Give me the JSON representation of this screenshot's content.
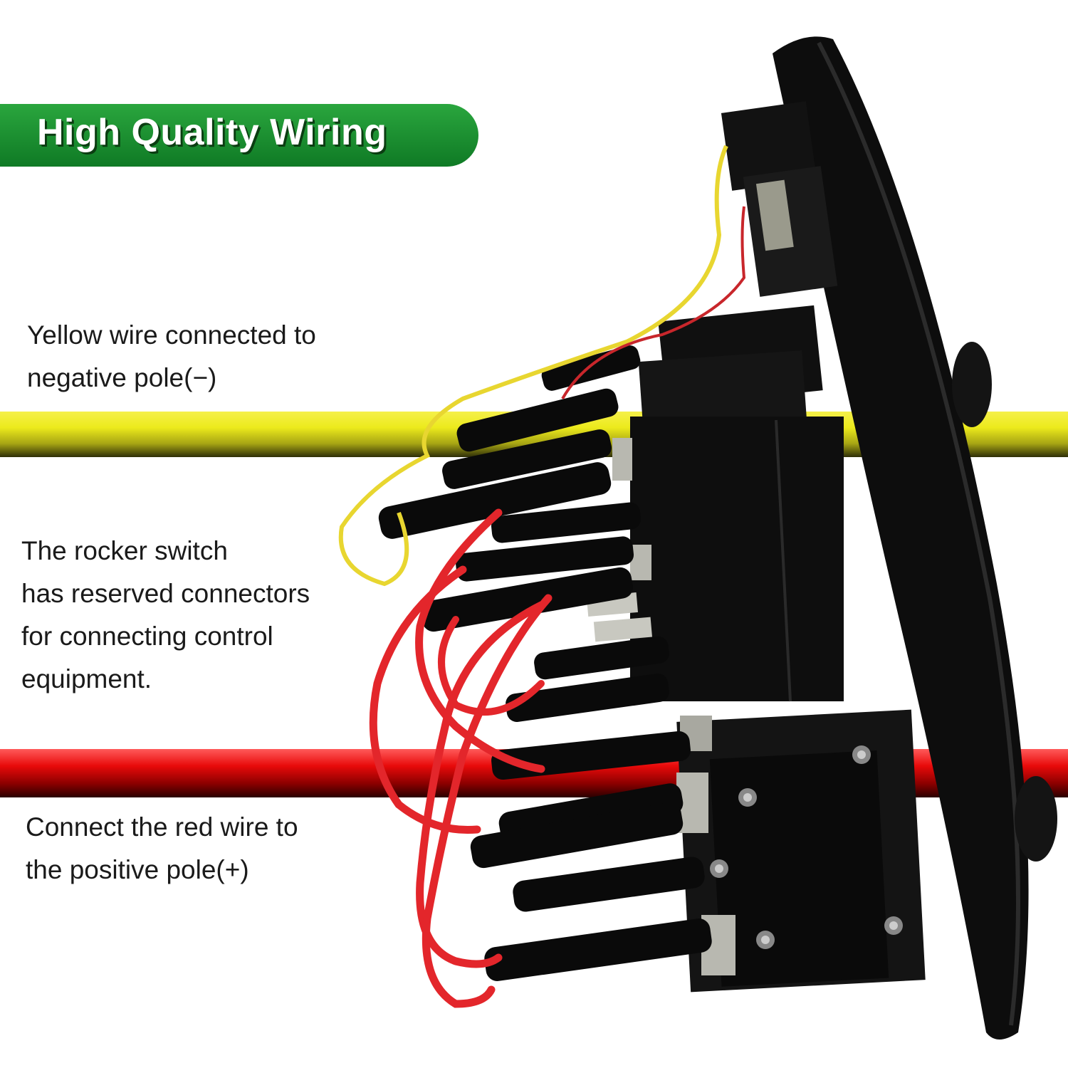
{
  "banner": {
    "title": "High Quality Wiring"
  },
  "annotations": [
    {
      "lines": [
        "Yellow wire connected to",
        "negative pole(−)"
      ]
    },
    {
      "lines": [
        "The rocker switch",
        "has reserved connectors",
        "for connecting control",
        "equipment."
      ]
    },
    {
      "lines": [
        "Connect the red wire to",
        "the positive pole(+)"
      ]
    }
  ],
  "photo": {
    "subject": "rocker-switch-panel-side-view",
    "wire_colors": [
      "#e3262b",
      "#e8d630"
    ]
  },
  "colors": {
    "banner": "#15882c",
    "yellow_stripe": "#ecea1c",
    "red_stripe": "#e80a0a",
    "panel": "#0d0d0d"
  }
}
